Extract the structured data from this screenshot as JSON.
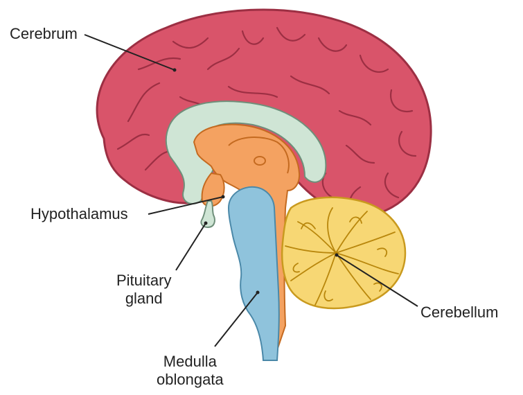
{
  "labels": {
    "cerebrum": "Cerebrum",
    "hypothalamus": "Hypothalamus",
    "pituitary": {
      "line1": "Pituitary",
      "line2": "gland"
    },
    "cerebellum": "Cerebellum",
    "medulla": {
      "line1": "Medulla",
      "line2": "oblongata"
    }
  },
  "colors": {
    "cerebrum": "#d9546a",
    "cerebrum_outline": "#9c2f43",
    "corpus_callosum": "#cfe5d5",
    "diencephalon": "#f4a261",
    "brainstem": "#8fc3dc",
    "cerebellum": "#f7d774",
    "leader_line": "#222222"
  },
  "icons": [
    "brain-sagittal-illustration"
  ]
}
